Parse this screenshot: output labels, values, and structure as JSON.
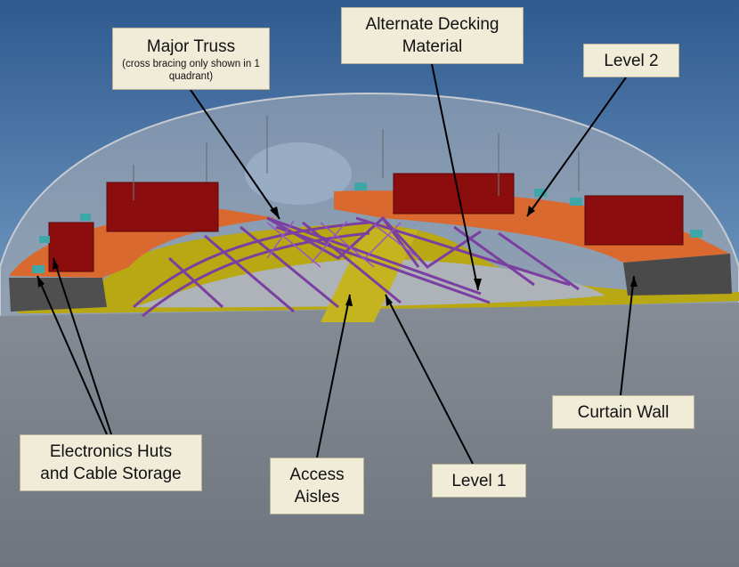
{
  "labels": {
    "major_truss": {
      "title": "Major Truss",
      "note": "(cross bracing only shown in 1 quadrant)"
    },
    "alternate_decking": {
      "line1": "Alternate Decking",
      "line2": "Material"
    },
    "level_2": "Level 2",
    "curtain_wall": "Curtain Wall",
    "electronics_huts": {
      "line1": "Electronics Huts",
      "line2": "and Cable Storage"
    },
    "access_aisles": {
      "line1": "Access",
      "line2": "Aisles"
    },
    "level_1": "Level 1"
  },
  "colors": {
    "sky": "#4d78a6",
    "cavern_wall": "#8e949d",
    "level2_deck": "#d9692e",
    "level1_deck": "#b8a814",
    "truss": "#7a3fa0",
    "huts": "#8c0d0d",
    "curtain_wall": "#4a4a4a"
  }
}
